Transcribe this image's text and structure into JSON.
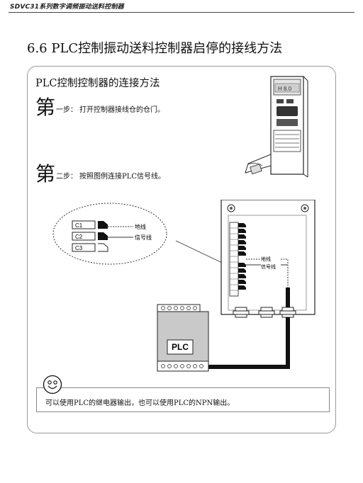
{
  "header": {
    "title": "SDVC31系列数字调频振动送料控制器"
  },
  "section": {
    "title": "6.6 PLC控制振动送料控制器启停的接线方法"
  },
  "card": {
    "heading": "PLC控制控制器的连接方法",
    "step_char": "第",
    "steps": [
      {
        "num": "一步：",
        "text": "打开控制器接线仓的仓门。"
      },
      {
        "num": "二步：",
        "text": "按照图例连接PLC信号线。"
      }
    ],
    "note": "可以使用PLC的继电器输出，也可以使用PLC的NPN输出。"
  },
  "diagram": {
    "terminals_zoom": [
      "C1",
      "C2",
      "C3"
    ],
    "wire_ground": "地线",
    "wire_signal": "信号线",
    "plc_label": "PLC",
    "device_display": "H 8.0"
  }
}
